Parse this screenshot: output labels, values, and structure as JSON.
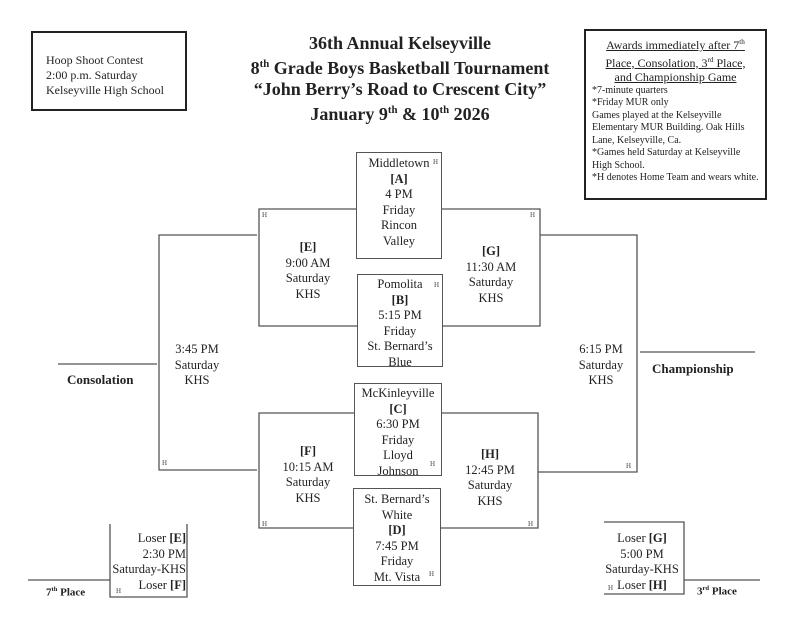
{
  "hoop": {
    "l1": "Hoop Shoot Contest",
    "l2": "2:00 p.m. Saturday",
    "l3": "Kelseyville High School"
  },
  "title": {
    "l1": "36th Annual Kelseyville",
    "l2a": "8",
    "l2sup": "th",
    "l2b": " Grade Boys Basketball Tournament",
    "l3": "“John Berry’s Road to Crescent City”",
    "l4a": "January 9",
    "l4sup1": "th",
    "l4b": " & 10",
    "l4sup2": "th",
    "l4c": " 2026"
  },
  "awards": {
    "h1": "Awards immediately after 7",
    "h1sup": "th",
    "h2a": "Place, Consolation, 3",
    "h2sup": "rd",
    "h2b": " Place,",
    "h3": "and Championship Game",
    "notes": [
      "*7-minute quarters",
      "*Friday MUR only",
      "Games played at the Kelseyville Elementary MUR Building. Oak Hills Lane, Kelseyville, Ca.",
      "*Games held Saturday at Kelseyville High School.",
      "*H denotes Home Team and wears white."
    ]
  },
  "home": "H",
  "games": {
    "A": {
      "team1": "Middletown",
      "label": "[A]",
      "time": "4 PM",
      "day": "Friday",
      "team2a": "Rincon",
      "team2b": "Valley"
    },
    "B": {
      "team1": "Pomolita",
      "label": "[B]",
      "time": "5:15 PM",
      "day": "Friday",
      "team2a": "St. Bernard’s",
      "team2b": "Blue"
    },
    "C": {
      "team1": "McKinleyville",
      "label": "[C]",
      "time": "6:30 PM",
      "day": "Friday",
      "team2a": "Lloyd",
      "team2b": "Johnson"
    },
    "D": {
      "team1a": "St. Bernard’s",
      "team1b": "White",
      "label": "[D]",
      "time": "7:45 PM",
      "day": "Friday",
      "team2": "Mt. Vista"
    },
    "E": {
      "label": "[E]",
      "time": "9:00 AM",
      "day": "Saturday",
      "loc": "KHS"
    },
    "F": {
      "label": "[F]",
      "time": "10:15 AM",
      "day": "Saturday",
      "loc": "KHS"
    },
    "G": {
      "label": "[G]",
      "time": "11:30 AM",
      "day": "Saturday",
      "loc": "KHS"
    },
    "H": {
      "label": "[H]",
      "time": "12:45 PM",
      "day": "Saturday",
      "loc": "KHS"
    },
    "consolation": {
      "time": "3:45 PM",
      "day": "Saturday",
      "loc": "KHS",
      "label": "Consolation"
    },
    "championship": {
      "time": "6:15 PM",
      "day": "Saturday",
      "loc": "KHS",
      "label": "Championship"
    },
    "seventh": {
      "l1a": "Loser ",
      "l1b": "[E]",
      "time": "2:30 PM",
      "day": "Saturday-KHS",
      "l4a": "Loser ",
      "l4b": "[F]",
      "label": "7",
      "labelsup": "th",
      "label2": " Place"
    },
    "third": {
      "l1a": "Loser ",
      "l1b": "[G]",
      "time": "5:00 PM",
      "day": "Saturday-KHS",
      "l4a": "Loser ",
      "l4b": "[H]",
      "label": "3",
      "labelsup": "rd",
      "label2": " Place"
    }
  }
}
